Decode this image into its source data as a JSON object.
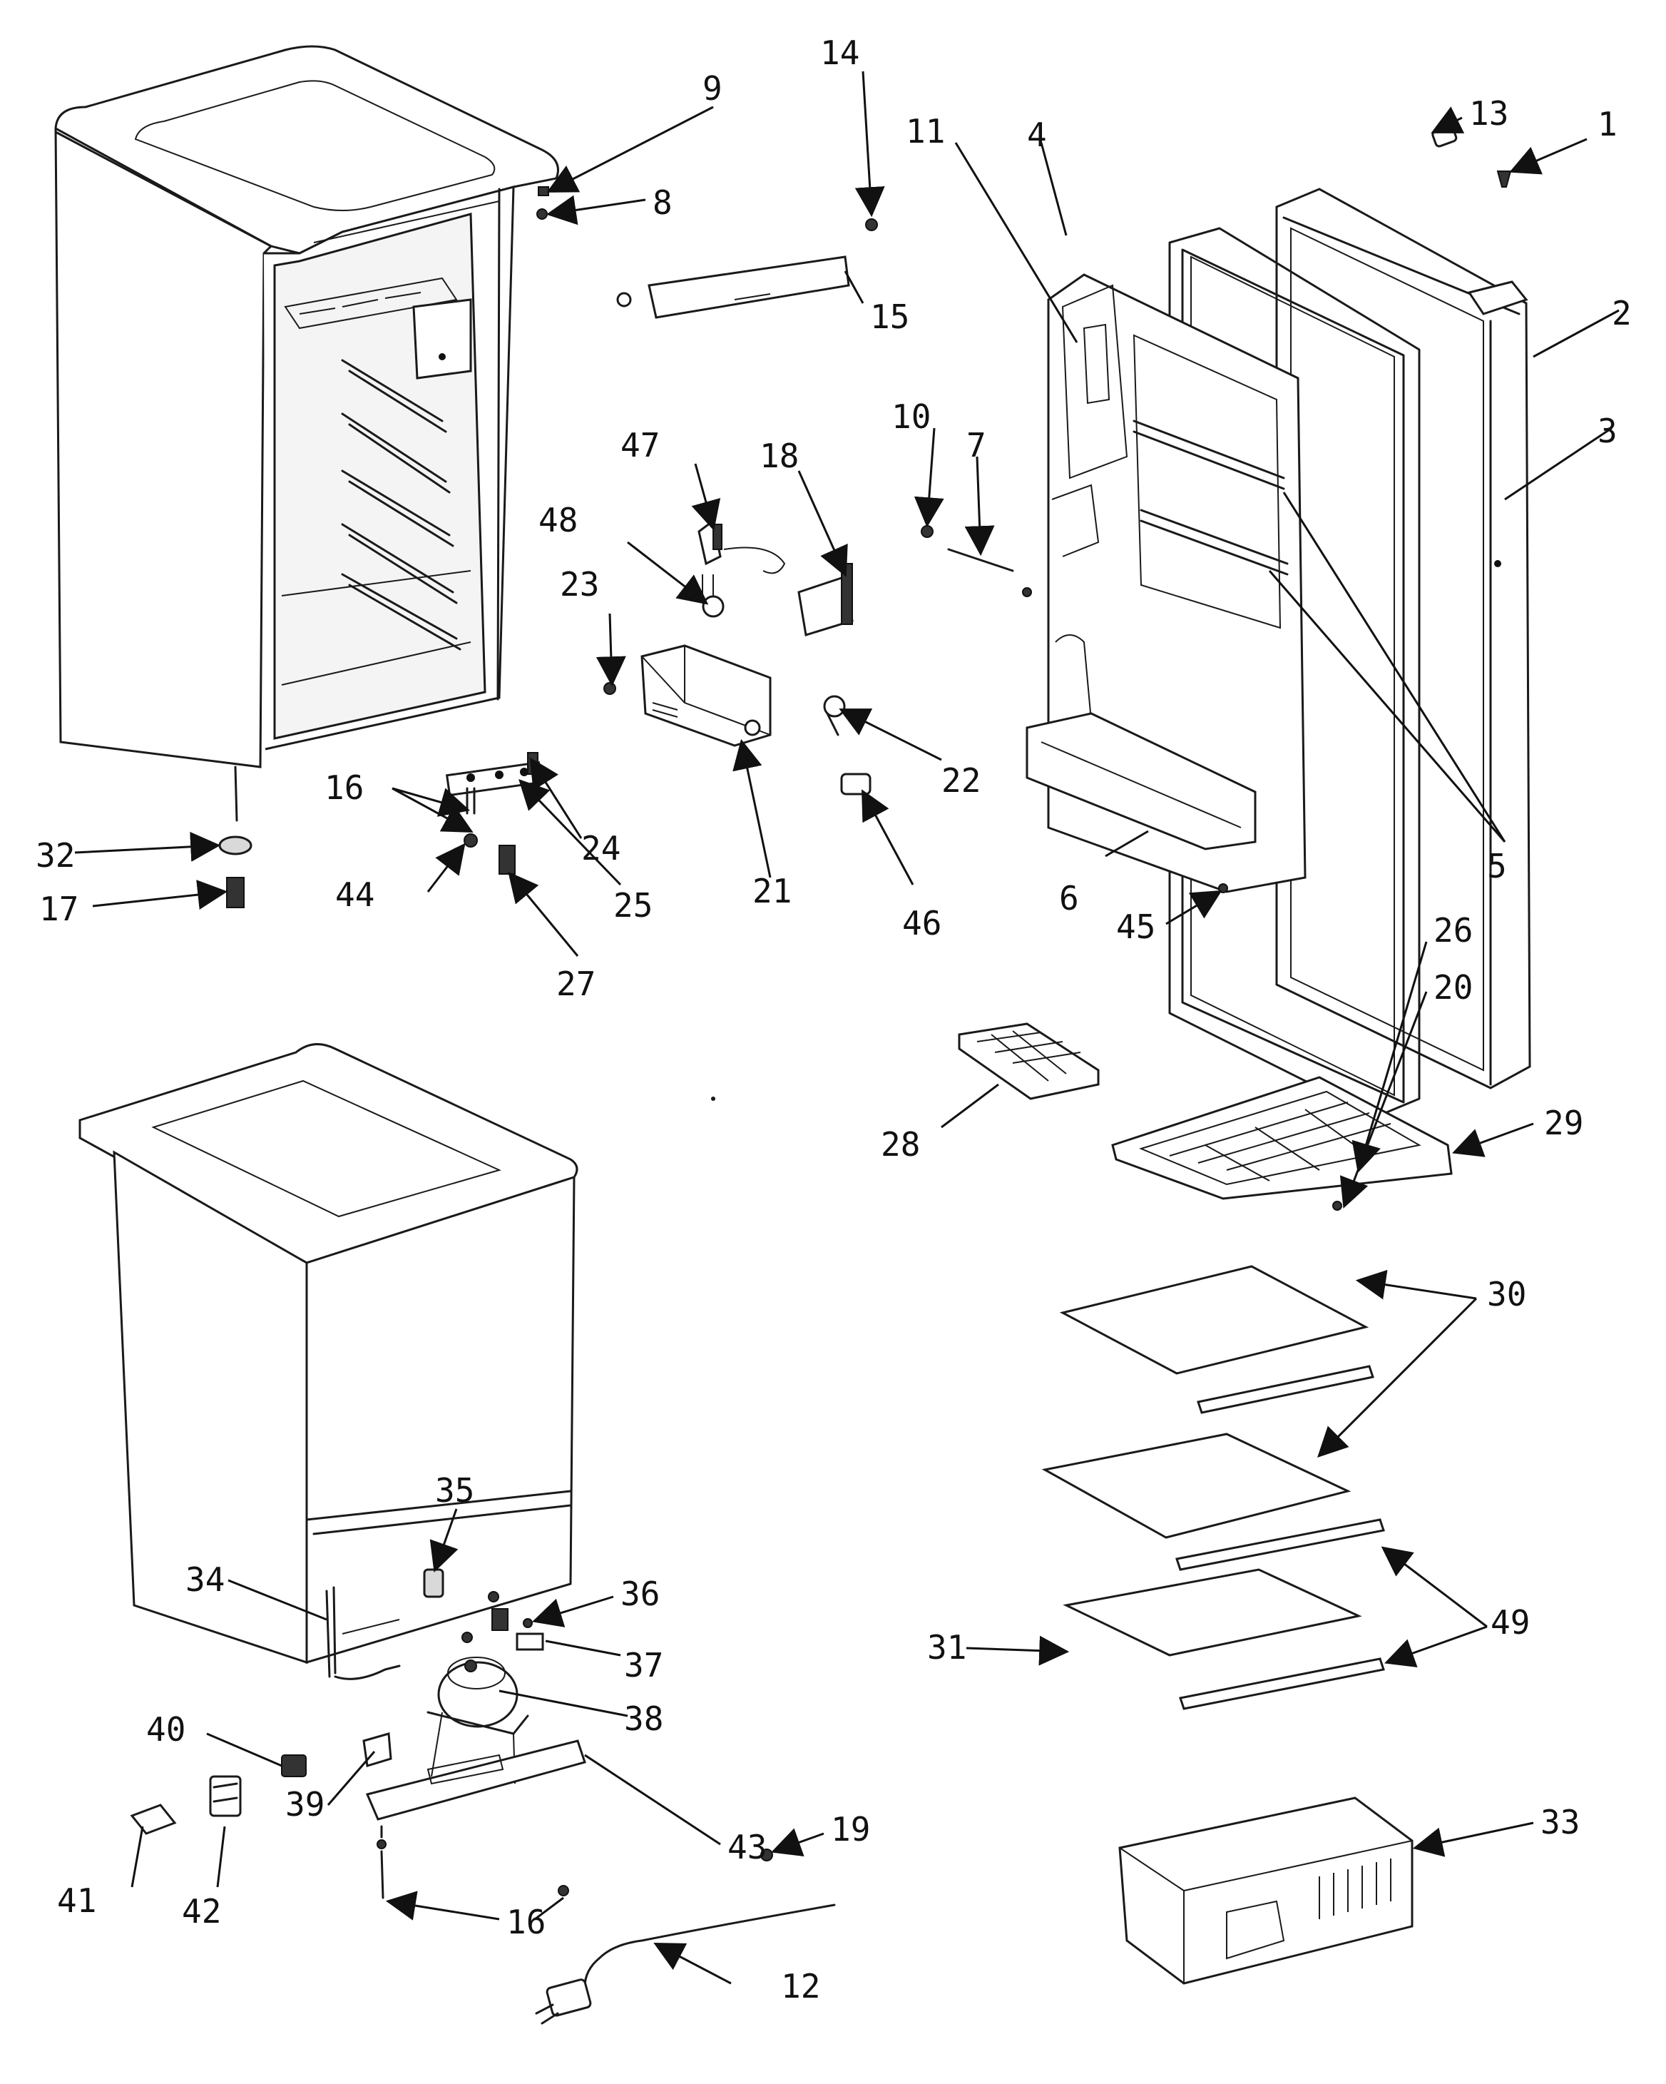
{
  "callouts": [
    {
      "id": "1",
      "text": "1"
    },
    {
      "id": "2",
      "text": "2"
    },
    {
      "id": "3",
      "text": "3"
    },
    {
      "id": "4",
      "text": "4"
    },
    {
      "id": "5",
      "text": "5"
    },
    {
      "id": "6",
      "text": "6"
    },
    {
      "id": "7",
      "text": "7"
    },
    {
      "id": "8",
      "text": "8"
    },
    {
      "id": "9",
      "text": "9"
    },
    {
      "id": "10",
      "text": "10"
    },
    {
      "id": "11",
      "text": "11"
    },
    {
      "id": "12",
      "text": "12"
    },
    {
      "id": "13",
      "text": "13"
    },
    {
      "id": "14",
      "text": "14"
    },
    {
      "id": "15",
      "text": "15"
    },
    {
      "id": "16a",
      "text": "16"
    },
    {
      "id": "16b",
      "text": "16"
    },
    {
      "id": "17",
      "text": "17"
    },
    {
      "id": "18",
      "text": "18"
    },
    {
      "id": "19",
      "text": "19"
    },
    {
      "id": "20",
      "text": "20"
    },
    {
      "id": "21",
      "text": "21"
    },
    {
      "id": "22",
      "text": "22"
    },
    {
      "id": "23",
      "text": "23"
    },
    {
      "id": "24",
      "text": "24"
    },
    {
      "id": "25",
      "text": "25"
    },
    {
      "id": "26",
      "text": "26"
    },
    {
      "id": "27",
      "text": "27"
    },
    {
      "id": "28",
      "text": "28"
    },
    {
      "id": "29",
      "text": "29"
    },
    {
      "id": "30",
      "text": "30"
    },
    {
      "id": "31",
      "text": "31"
    },
    {
      "id": "32",
      "text": "32"
    },
    {
      "id": "33",
      "text": "33"
    },
    {
      "id": "34",
      "text": "34"
    },
    {
      "id": "35",
      "text": "35"
    },
    {
      "id": "36",
      "text": "36"
    },
    {
      "id": "37",
      "text": "37"
    },
    {
      "id": "38",
      "text": "38"
    },
    {
      "id": "39",
      "text": "39"
    },
    {
      "id": "40",
      "text": "40"
    },
    {
      "id": "41",
      "text": "41"
    },
    {
      "id": "42",
      "text": "42"
    },
    {
      "id": "43",
      "text": "43"
    },
    {
      "id": "44",
      "text": "44"
    },
    {
      "id": "45",
      "text": "45"
    },
    {
      "id": "46",
      "text": "46"
    },
    {
      "id": "47",
      "text": "47"
    },
    {
      "id": "48",
      "text": "48"
    },
    {
      "id": "49",
      "text": "49"
    }
  ]
}
